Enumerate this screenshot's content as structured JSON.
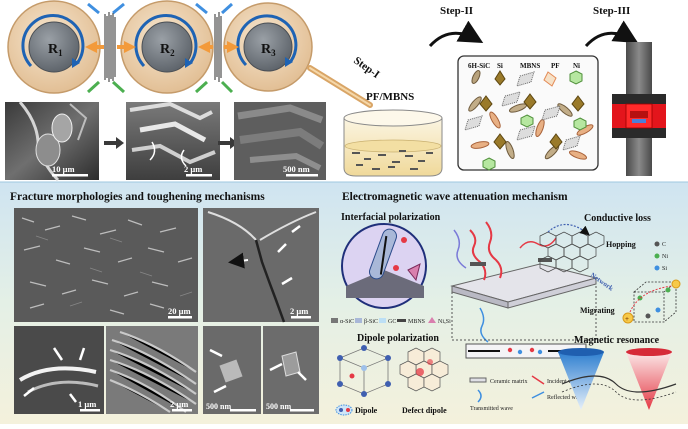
{
  "process": {
    "rollers": [
      "R",
      "R",
      "R"
    ],
    "roller_subscripts": [
      "1",
      "2",
      "3"
    ],
    "steps": [
      "Step-I",
      "Step-II",
      "Step-III"
    ],
    "beaker_label": "PF/MBNS",
    "legend": [
      "6H-SiC",
      "Si",
      "MBNS",
      "PF",
      "Ni"
    ],
    "sem_scales": [
      "10 μm",
      "2 μm",
      "500 nm"
    ]
  },
  "fracture": {
    "title": "Fracture morphologies and toughening mechanisms",
    "scales": [
      "20 μm",
      "2 μm",
      "1 μm",
      "2 μm",
      "500 nm",
      "500 nm"
    ]
  },
  "em": {
    "title": "Electromagnetic wave attenuation mechanism",
    "interfacial": "Interfacial polarization",
    "conductive": "Conductive loss",
    "hopping": "Hopping",
    "network": "Network",
    "migrating": "Migrating",
    "elements": [
      "C",
      "Ni",
      "Si"
    ],
    "phases": [
      "α-SiC",
      "β-SiC",
      "GC",
      "MBNS",
      "NiₓSi"
    ],
    "dipole_title": "Dipole polarization",
    "dipole": "Dipole",
    "defect_dipole": "Defect dipole",
    "matrix": "Ceramic matrix",
    "incident": "Incident wave",
    "transmitted": "Transmitted wave",
    "reflected": "Reflected wave",
    "magnetic": "Magnetic resonance"
  }
}
